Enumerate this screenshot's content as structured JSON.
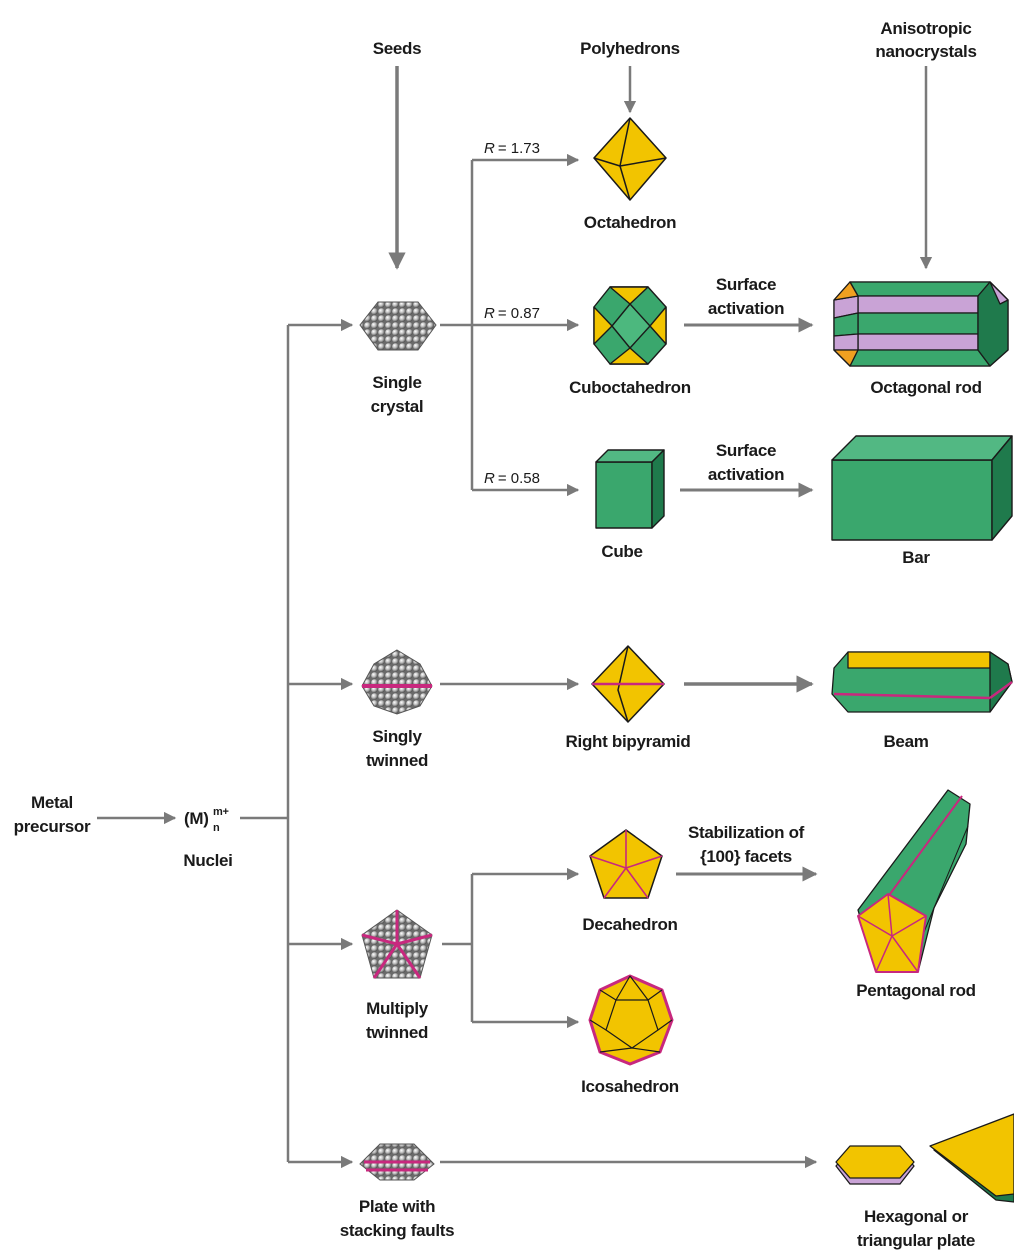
{
  "columns": {
    "seeds": "Seeds",
    "polyhedrons": "Polyhedrons",
    "anisotropic_line1": "Anisotropic",
    "anisotropic_line2": "nanocrystals"
  },
  "start": {
    "precursor_line1": "Metal",
    "precursor_line2": "precursor",
    "species_base": "(M)",
    "species_sup": "m+",
    "species_sub": "n",
    "nuclei": "Nuclei"
  },
  "seeds": {
    "single_line1": "Single",
    "single_line2": "crystal",
    "singly_line1": "Singly",
    "singly_line2": "twinned",
    "multiply_line1": "Multiply",
    "multiply_line2": "twinned",
    "plate_line1": "Plate with",
    "plate_line2": "stacking faults"
  },
  "ratios": {
    "r_symbol": "R",
    "octahedron": "= 1.73",
    "cuboctahedron": "= 0.87",
    "cube": "= 0.58"
  },
  "polyhedrons": {
    "octahedron": "Octahedron",
    "cuboctahedron": "Cuboctahedron",
    "cube": "Cube",
    "right_bipyramid": "Right bipyramid",
    "decahedron": "Decahedron",
    "icosahedron": "Icosahedron"
  },
  "processes": {
    "surface_line1": "Surface",
    "surface_line2": "activation",
    "stabilization_line1": "Stabilization of",
    "stabilization_line2": "{100} facets"
  },
  "products": {
    "octagonal_rod": "Octagonal rod",
    "bar": "Bar",
    "beam": "Beam",
    "pentagonal_rod": "Pentagonal rod",
    "plate_line1": "Hexagonal or",
    "plate_line2": "triangular plate"
  },
  "colors": {
    "gold": "#f2c400",
    "green": "#3aa76d",
    "dark_green": "#1f7a4c",
    "lavender": "#c9a3d6",
    "orange": "#f0a020",
    "magenta": "#c8287e",
    "arrow": "#7a7a7a"
  }
}
